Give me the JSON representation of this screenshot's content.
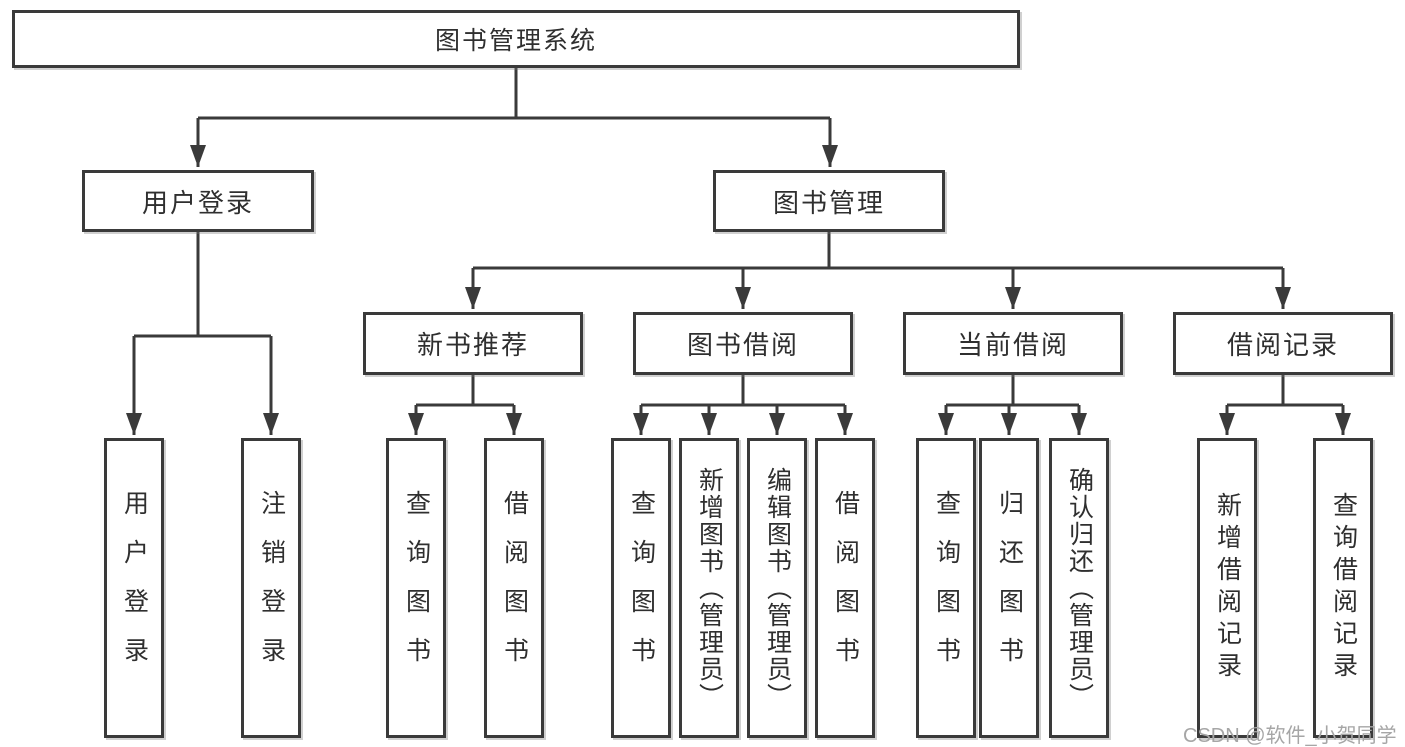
{
  "diagram": {
    "title": "图书管理系统",
    "user_login": {
      "label": "用户登录",
      "children": [
        "用户登录",
        "注销登录"
      ]
    },
    "book_mgmt": {
      "label": "图书管理",
      "sections": [
        {
          "label": "新书推荐",
          "children": [
            "查询图书",
            "借阅图书"
          ]
        },
        {
          "label": "图书借阅",
          "children": [
            "查询图书",
            "新增图书（管理员）",
            "编辑图书（管理员）",
            "借阅图书"
          ]
        },
        {
          "label": "当前借阅",
          "children": [
            "查询图书",
            "归还图书",
            "确认归还（管理员）"
          ]
        },
        {
          "label": "借阅记录",
          "children": [
            "新增借阅记录",
            "查询借阅记录"
          ]
        }
      ]
    }
  },
  "watermark": "CSDN @软件_小贺同学",
  "colors": {
    "line": "#3a3a3a",
    "box_border": "#3a3a3a",
    "text": "#2f2f2f",
    "watermark_text": "#a6a6a6",
    "background": "#ffffff"
  }
}
